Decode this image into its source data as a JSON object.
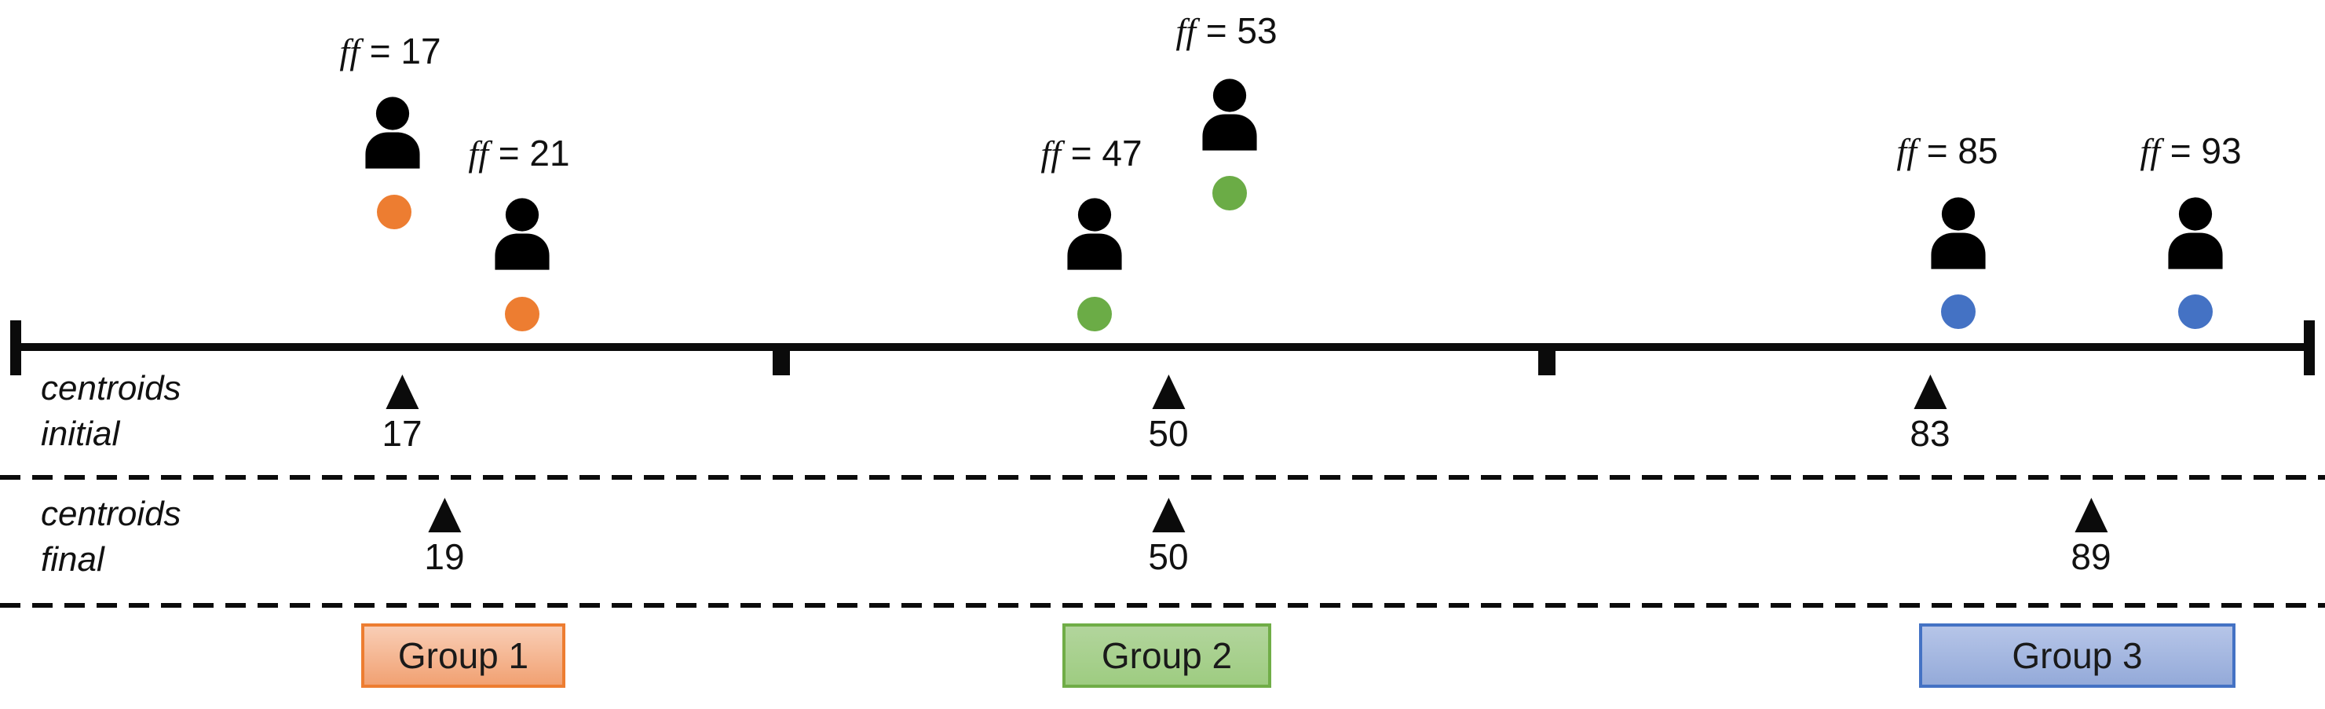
{
  "figure": {
    "description": "1-D k-means style clustering of people by ff value along a number line",
    "colors": {
      "cluster1_accent": "#ED7D31",
      "cluster2_accent": "#70AD47",
      "cluster3_accent": "#4472C4",
      "axis": "#0b0b0b"
    }
  },
  "people": [
    {
      "var": "ff",
      "rest": "= 17",
      "value": 17,
      "group": "Group 1",
      "dot_color": "#ED7D31"
    },
    {
      "var": "ff",
      "rest": "= 21",
      "value": 21,
      "group": "Group 1",
      "dot_color": "#ED7D31"
    },
    {
      "var": "ff",
      "rest": "= 47",
      "value": 47,
      "group": "Group 2",
      "dot_color": "#6BAC46"
    },
    {
      "var": "ff",
      "rest": "= 53",
      "value": 53,
      "group": "Group 2",
      "dot_color": "#6BAC46"
    },
    {
      "var": "ff",
      "rest": "= 85",
      "value": 85,
      "group": "Group 3",
      "dot_color": "#4472C4"
    },
    {
      "var": "ff",
      "rest": "= 93",
      "value": 93,
      "group": "Group 3",
      "dot_color": "#4472C4"
    }
  ],
  "centroids_initial": {
    "label_line1": "centroids",
    "label_line2": "initial",
    "values": [
      "17",
      "50",
      "83"
    ]
  },
  "centroids_final": {
    "label_line1": "centroids",
    "label_line2": "final",
    "values": [
      "19",
      "50",
      "89"
    ]
  },
  "groups": [
    {
      "label": "Group 1",
      "fill_top": "#F9CEB6",
      "fill_bottom": "#F1A172",
      "border": "#ED7D31"
    },
    {
      "label": "Group 2",
      "fill_top": "#B2D59C",
      "fill_bottom": "#9ECC81",
      "border": "#70AD47"
    },
    {
      "label": "Group 3",
      "fill_top": "#B6C5E8",
      "fill_bottom": "#94AAD9",
      "border": "#4472C4"
    }
  ]
}
